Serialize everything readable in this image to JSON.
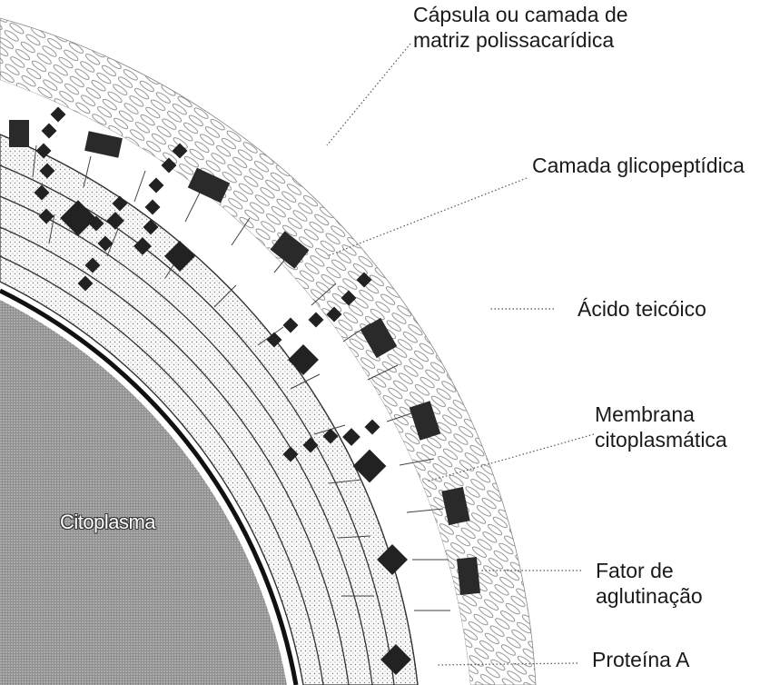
{
  "labels": {
    "capsule_line1": "Cápsula ou camada de",
    "capsule_line2": "matriz polissacarídica",
    "glycopeptide": "Camada glicopeptídica",
    "teichoic": "Ácido teicóico",
    "membrane_line1": "Membrana",
    "membrane_line2": "citoplasmática",
    "factor_line1": "Fator de",
    "factor_line2": "aglutinação",
    "protein_a": "Proteína A",
    "cytoplasm": "Citoplasma"
  },
  "colors": {
    "ink": "#1a1a1a",
    "cytoplasm_fill": "#8c8c8c",
    "dot_fill": "#f2f2f2",
    "background": "#ffffff"
  }
}
